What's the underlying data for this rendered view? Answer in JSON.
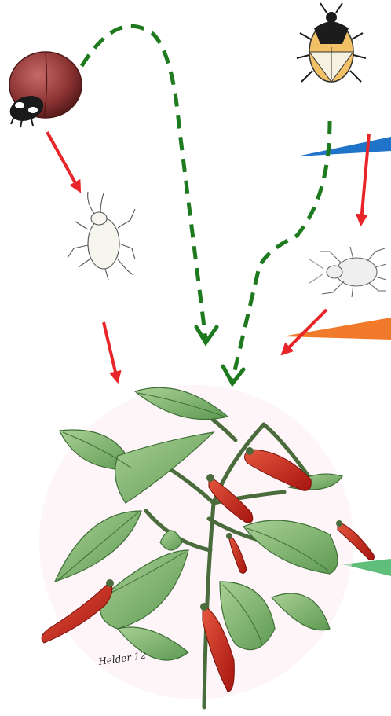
{
  "diagram": {
    "organisms": {
      "ladybird": "ladybird-beetle",
      "shield_bug": "predatory-bug",
      "aphid": "aphid",
      "mite": "spider-mite",
      "plant": "chili-pepper-plant"
    },
    "signature": "Helder 12",
    "colors": {
      "predation_arrow": "#e8262a",
      "feeding_arrow": "#1e7a1e",
      "wedge_blue": "#1f73c9",
      "wedge_orange": "#f07a2a",
      "wedge_green": "#5fbf7a",
      "leaf": "#6fa860",
      "leaf_dark": "#3f6f38",
      "pepper": "#c8261e",
      "ladybird": "#8c3535"
    }
  }
}
